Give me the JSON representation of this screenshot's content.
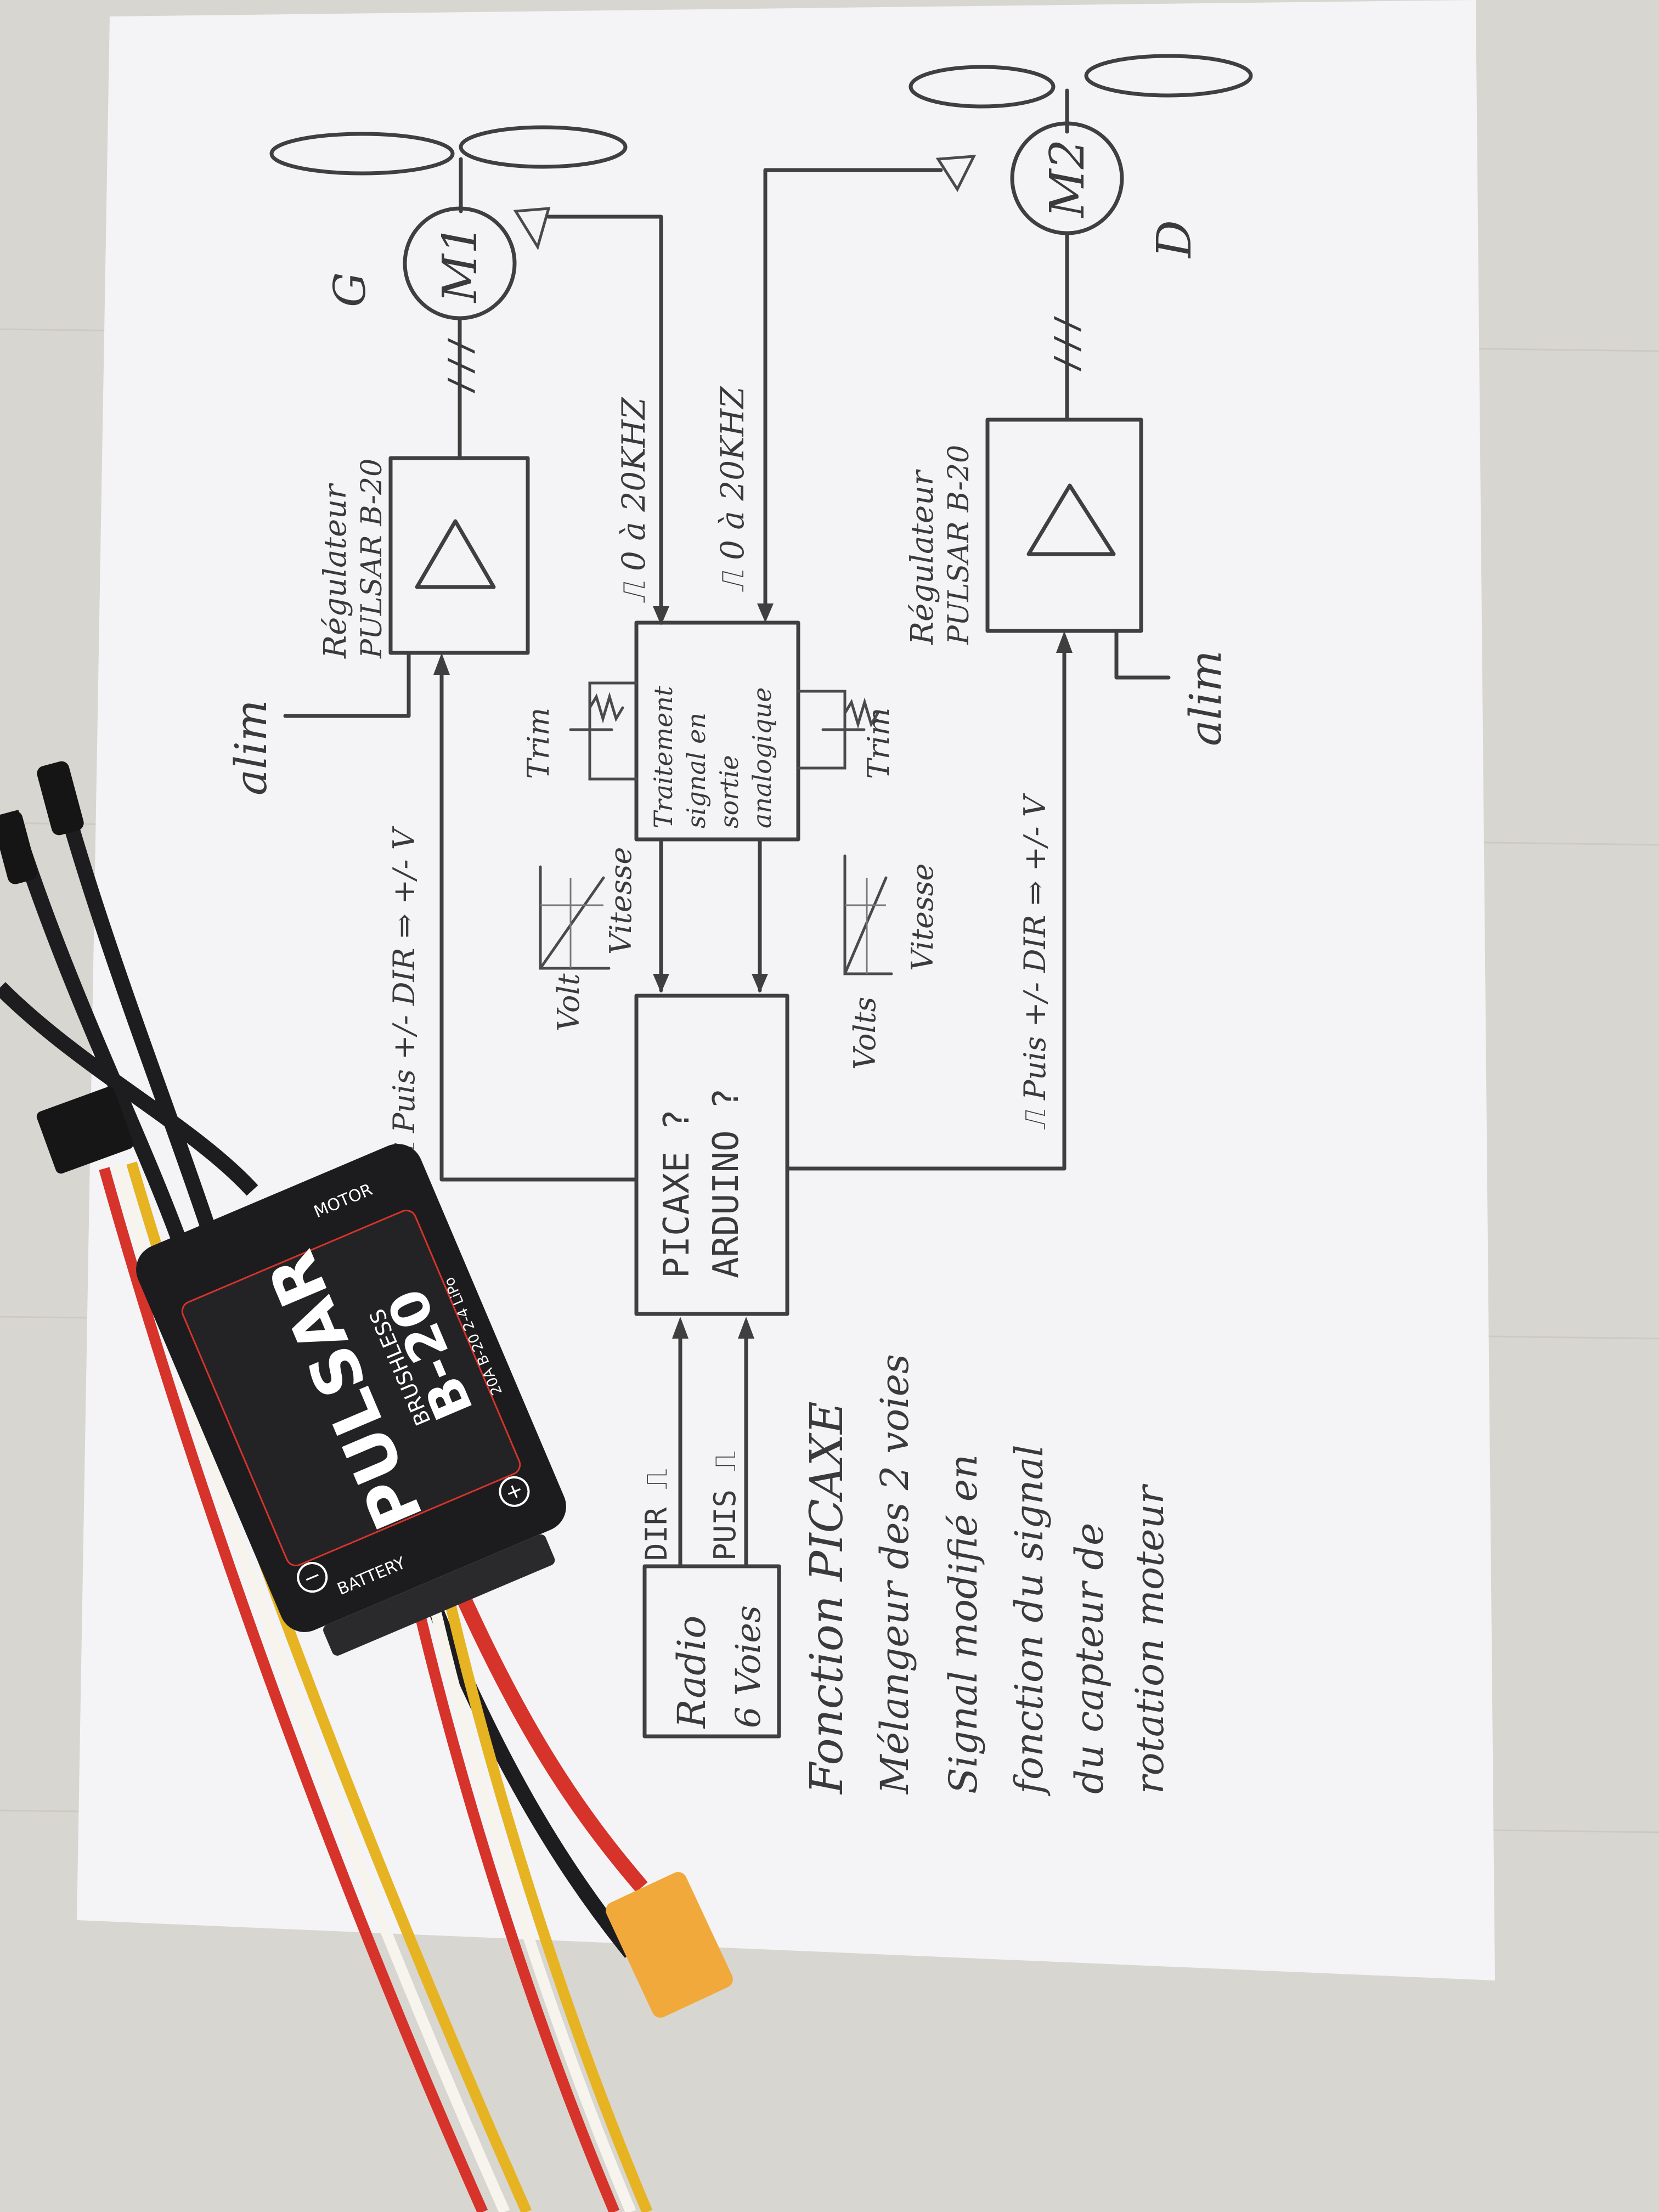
{
  "diagram": {
    "motor_left": {
      "label": "M1",
      "side": "G"
    },
    "motor_right": {
      "label": "M2",
      "side": "D"
    },
    "regulator_left": {
      "line1": "Régulateur",
      "line2": "PULSAR B-20"
    },
    "regulator_right": {
      "line1": "Régulateur",
      "line2": "PULSAR B-20"
    },
    "alim_left": "alim",
    "alim_right": "alim",
    "phase_mark": "///",
    "freq_left": "⎍ 0 à 20KHZ",
    "freq_right": "⎍ 0 à 20KHZ",
    "processing_box": {
      "line1": "Traitement",
      "line2": "signal en",
      "line3": "sortie",
      "line4": "analogique"
    },
    "trim_left": "Trim",
    "trim_right": "Trim",
    "graph_left": {
      "y": "Vitesse",
      "x": "Volt"
    },
    "graph_right": {
      "y": "Vitesse",
      "x": "Volts"
    },
    "signal_left": "⎍ Puis +/- DIR ⇒ +/- V",
    "signal_right": "⎍ Puis +/- DIR ⇒ +/- V",
    "controller_box": {
      "line1": "PICAXE ?",
      "line2": "ARDUINO ?"
    },
    "input_dir": "DIR ⎍",
    "input_puis": "PUIS ⎍",
    "radio_box": {
      "line1": "Radio",
      "line2": "6 Voies"
    },
    "notes": [
      "Fonction PICAXE",
      "Mélangeur des 2 voies",
      "Signal modifié en",
      "fonction du signal",
      "du capteur de",
      "rotation moteur"
    ]
  },
  "esc": {
    "brand": "PULSAR",
    "sub": "BRUSHLESS",
    "model": "B-20",
    "spec": "20A B-20 2-4 LiPo",
    "battery_label": "BATTERY",
    "motor_label": "MOTOR",
    "minus": "−",
    "plus": "+"
  },
  "colors": {
    "ink": "#3f3f3f",
    "paper": "#f4f4f6",
    "table": "#d9d7d2",
    "esc": "#1c1c1e",
    "connector": "#f2a93b",
    "wire_red": "#d6332b"
  }
}
